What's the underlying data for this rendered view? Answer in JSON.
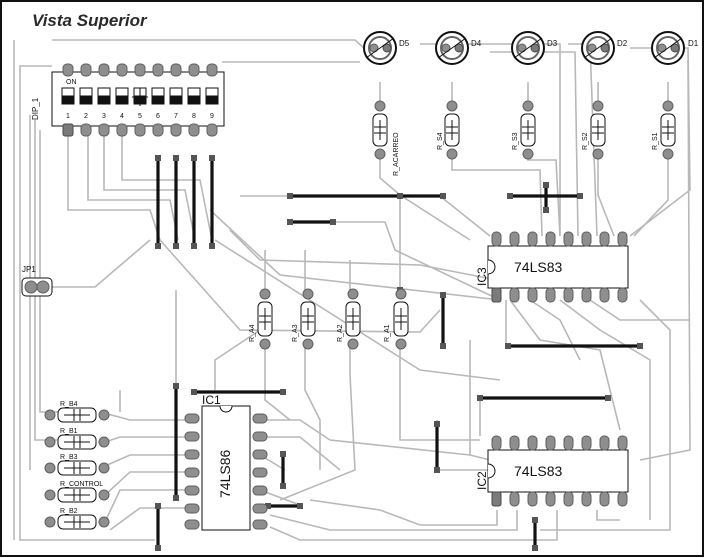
{
  "title": "Vista Superior",
  "dip": {
    "ref": "DIP_1",
    "on_label": "ON",
    "pins": [
      "1",
      "2",
      "3",
      "4",
      "5",
      "6",
      "7",
      "8",
      "9"
    ]
  },
  "connector": {
    "ref": "JP1"
  },
  "leds": [
    {
      "ref": "D5"
    },
    {
      "ref": "D4"
    },
    {
      "ref": "D3"
    },
    {
      "ref": "D2"
    },
    {
      "ref": "D1"
    }
  ],
  "top_resistors": [
    {
      "ref": "R_ACARREO"
    },
    {
      "ref": "R_S4"
    },
    {
      "ref": "R_S3"
    },
    {
      "ref": "R_S2"
    },
    {
      "ref": "R_S1"
    }
  ],
  "mid_resistors": [
    {
      "ref": "R_A4"
    },
    {
      "ref": "R_A3"
    },
    {
      "ref": "R_A2"
    },
    {
      "ref": "R_A1"
    }
  ],
  "left_resistors": [
    {
      "ref": "R_B4"
    },
    {
      "ref": "R_B1"
    },
    {
      "ref": "R_B3"
    },
    {
      "ref": "R_CONTROL"
    },
    {
      "ref": "R_B2"
    }
  ],
  "ics": {
    "ic1": {
      "ref": "IC1",
      "part": "74LS86"
    },
    "ic2": {
      "ref": "IC2",
      "part": "74LS83"
    },
    "ic3": {
      "ref": "IC3",
      "part": "74LS83"
    }
  }
}
